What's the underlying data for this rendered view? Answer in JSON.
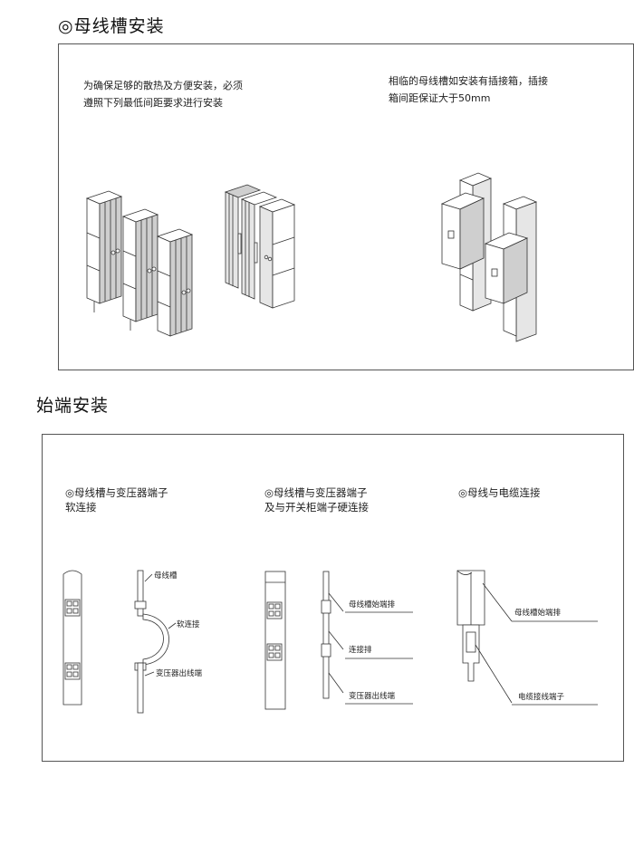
{
  "section1": {
    "title": "◎母线槽安装",
    "note_left": [
      "为确保足够的散热及方便安装，必须",
      "遵照下列最低间距要求进行安装"
    ],
    "note_right": [
      "相临的母线槽如安装有插接箱，插接",
      "箱间距保证大于50mm"
    ]
  },
  "section2": {
    "title": "始端安装",
    "diagrams": [
      {
        "caption": [
          "◎母线槽与变压器端子",
          "软连接"
        ],
        "labels": [
          "母线槽",
          "软连接",
          "变压器出线端"
        ]
      },
      {
        "caption": [
          "◎母线槽与变压器端子",
          "及与开关柜端子硬连接"
        ],
        "labels": [
          "母线槽始端排",
          "连接排",
          "变压器出线端"
        ]
      },
      {
        "caption": [
          "◎母线与电缆连接"
        ],
        "labels": [
          "母线槽始端排",
          "电缆接线端子"
        ]
      }
    ]
  }
}
